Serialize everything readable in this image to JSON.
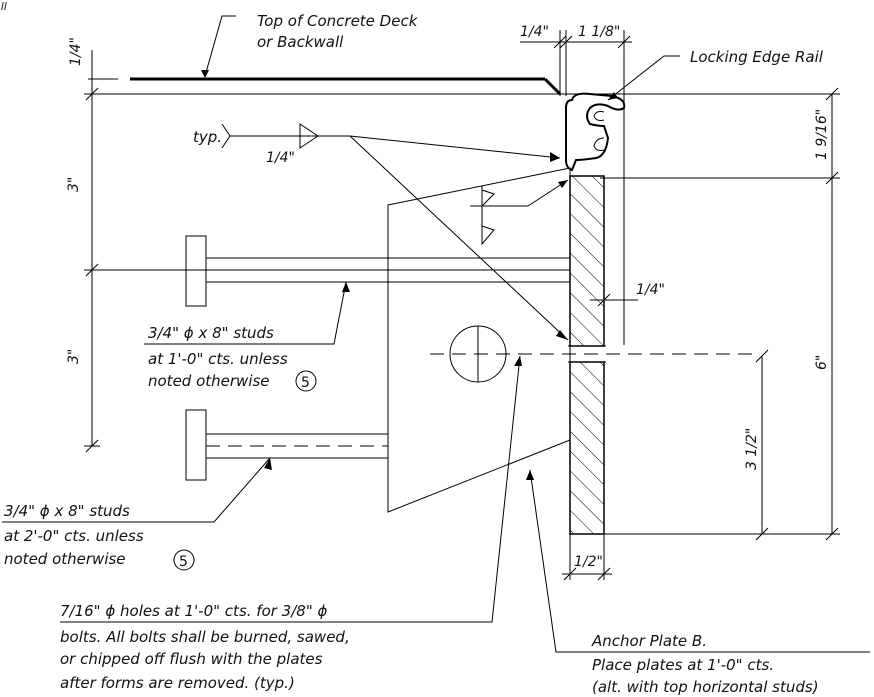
{
  "labels": {
    "corner_fragment": "all",
    "top_deck_line1": "Top of Concrete Deck",
    "top_deck_line2": "or Backwall",
    "locking_edge_rail": "Locking Edge Rail",
    "weld_typ": "typ.",
    "studs_top_line1": "3/4\" ϕ x 8\" studs",
    "studs_top_line2": "at 1'-0\" cts. unless",
    "studs_top_line3": "noted otherwise",
    "studs_bottom_line1": "3/4\" ϕ x 8\" studs",
    "studs_bottom_line2": "at 2'-0\" cts.  unless",
    "studs_bottom_line3": "noted otherwise",
    "note_ref": "5",
    "holes_line1": "7/16\" ϕ holes at 1'-0\" cts. for 3/8\" ϕ",
    "holes_line2": "bolts. All bolts shall be burned, sawed,",
    "holes_line3": "or chipped off flush with the plates",
    "holes_line4": "after forms are removed. (typ.)",
    "anchor_line1": "Anchor Plate B.",
    "anchor_line2": "Place plates at 1'-0\" cts.",
    "anchor_line3": "(alt. with top horizontal studs)"
  },
  "dimensions": {
    "quarter": "1/4\"",
    "one_eighth": "1 1/8\"",
    "nine_sixteenths": "1 9/16\"",
    "three": "3\"",
    "six": "6\"",
    "three_half": "3 1/2\"",
    "half": "1/2\""
  }
}
